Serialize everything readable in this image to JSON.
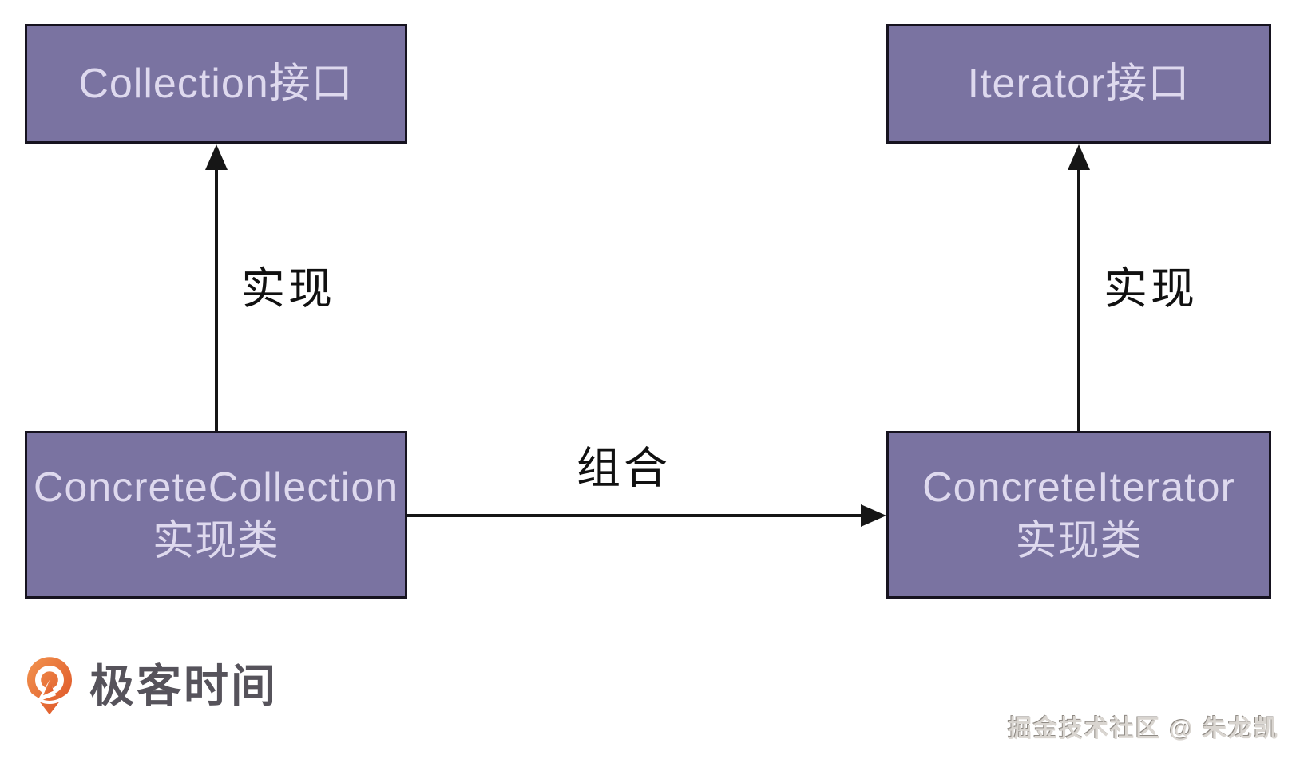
{
  "diagram": {
    "type": "uml-class-diagram",
    "collection_interface": {
      "label": "Collection接口"
    },
    "iterator_interface": {
      "label": "Iterator接口"
    },
    "concrete_collection": {
      "line1": "ConcreteCollection",
      "line2": "实现类"
    },
    "concrete_iterator": {
      "line1": "ConcreteIterator",
      "line2": "实现类"
    },
    "edge_realize_left": "实现",
    "edge_realize_right": "实现",
    "edge_compose": "组合",
    "colors": {
      "node_fill": "#7a73a1",
      "node_border": "#16131f",
      "node_text": "#ded9ee",
      "arrow": "#161616",
      "edge_label_text": "#111111"
    }
  },
  "footer": {
    "logo_text": "极客时间",
    "logo_icon": "geektime-pin-icon",
    "logo_orange": "#e2612d",
    "logo_text_color": "#56535b",
    "watermark": "掘金技术社区 @ 朱龙凯"
  }
}
